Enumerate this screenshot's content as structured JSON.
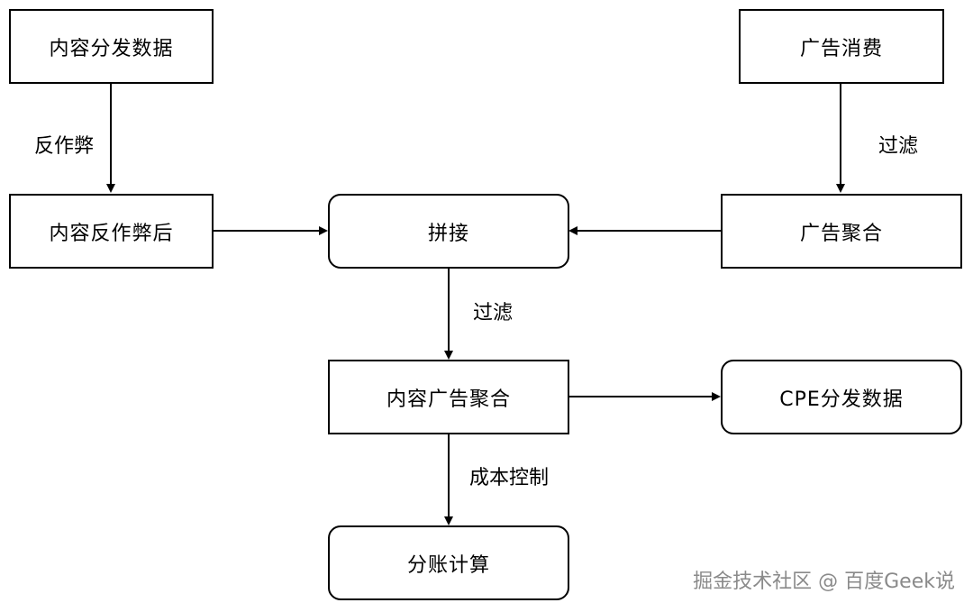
{
  "nodes": {
    "content_dist": "内容分发数据",
    "ad_spend": "广告消费",
    "content_anticheat": "内容反作弊后",
    "splice": "拼接",
    "ad_agg": "广告聚合",
    "content_ad_agg": "内容广告聚合",
    "cpe_dist": "CPE分发数据",
    "split_calc": "分账计算"
  },
  "edges": {
    "anticheat": "反作弊",
    "filter_right": "过滤",
    "filter_center": "过滤",
    "cost_control": "成本控制"
  },
  "watermark": "掘金技术社区 @ 百度Geek说"
}
